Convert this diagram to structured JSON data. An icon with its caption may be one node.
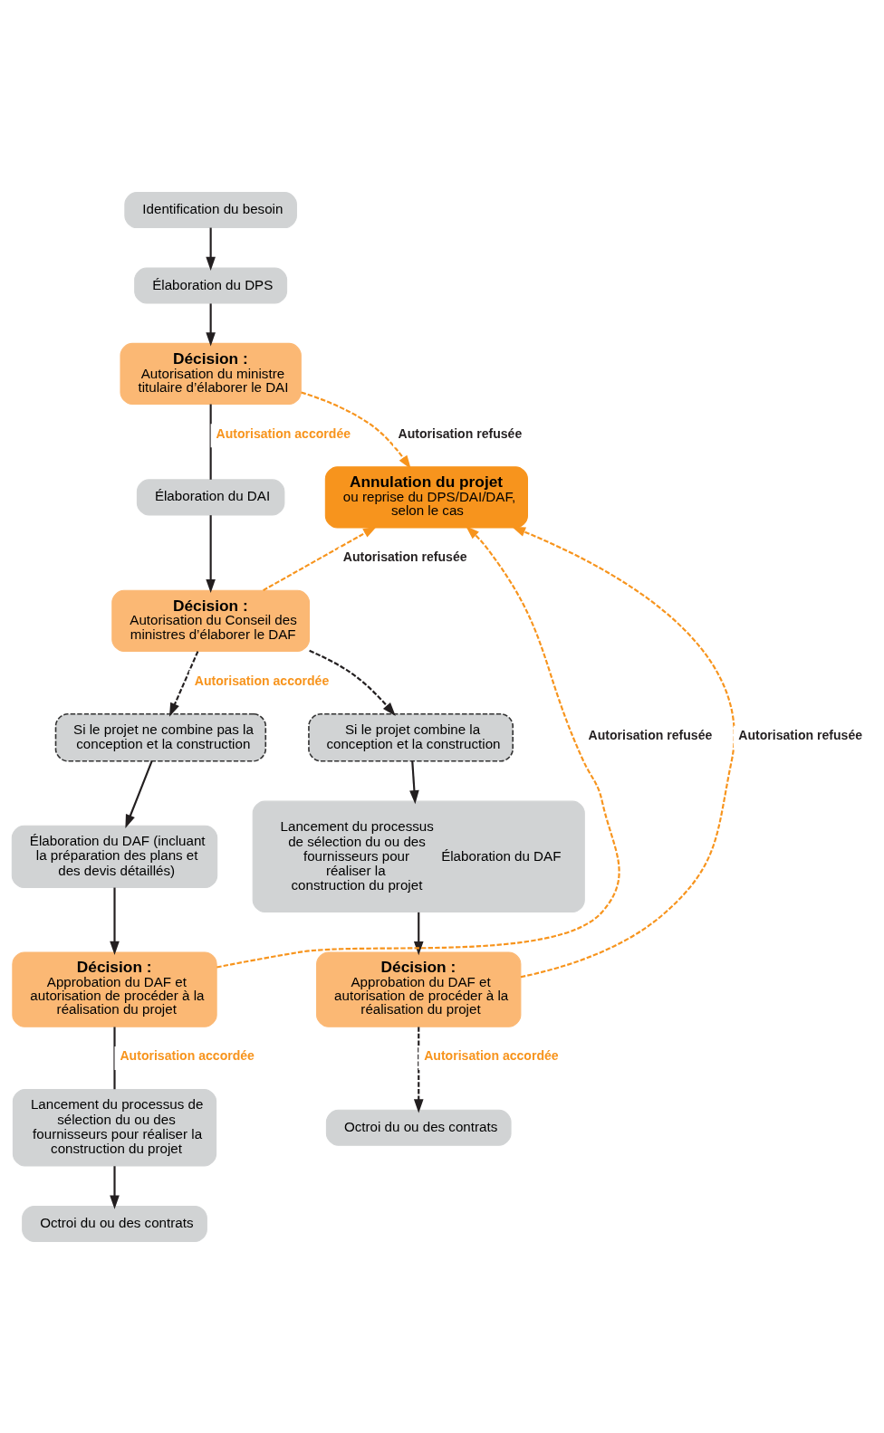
{
  "diagram": {
    "nodes": [
      {
        "text": [
          "Identification du besoin"
        ]
      },
      {
        "text": [
          "Élaboration du DPS"
        ]
      },
      {
        "text": [
          "Décision :",
          "Autorisation du ministre titulaire d’élaborer le DAI"
        ]
      },
      {
        "text": [
          "Élaboration du DAI"
        ]
      },
      {
        "text": [
          "Annulation du projet",
          "ou reprise du DPS/DAI/DAF, selon le cas"
        ]
      },
      {
        "text": [
          "Décision :",
          "Autorisation du Conseil des ministres d’élaborer le DAF"
        ]
      },
      {
        "text": [
          "Si le projet ne combine pas la conception et la construction"
        ]
      },
      {
        "text": [
          "Si le projet combine la conception et la construction"
        ]
      },
      {
        "text": [
          "Élaboration du DAF (incluant la préparation des plans et des devis détaillés)"
        ]
      },
      {
        "text": [
          "Lancement du processus de sélection du ou des fournisseurs pour réaliser la construction du projet",
          "Élaboration du DAF"
        ]
      },
      {
        "text": [
          "Décision :",
          "Approbation du DAF et autorisation de procéder à la réalisation du projet"
        ]
      },
      {
        "text": [
          "Décision :",
          "Approbation du DAF et autorisation de procéder à la réalisation du projet"
        ]
      },
      {
        "text": [
          "Lancement du processus de sélection du ou des fournisseurs pour réaliser la construction du projet"
        ]
      },
      {
        "text": [
          "Octroi du ou des contrats"
        ]
      },
      {
        "text": [
          "Octroi du ou des contrats"
        ]
      }
    ],
    "edges": [
      {
        "from": 0,
        "to": 1,
        "arrow": "to"
      },
      {
        "from": 1,
        "to": 2,
        "arrow": "to"
      },
      {
        "from": 2,
        "to": 3,
        "arrow": "none",
        "label": "Autorisation accordée"
      },
      {
        "from": 2,
        "to": 4,
        "arrow": "to",
        "label": "Autorisation refusée",
        "style": "dashed",
        "color": "#f7941d"
      },
      {
        "from": 3,
        "to": 5,
        "arrow": "to"
      },
      {
        "from": 5,
        "to": 4,
        "arrow": "to",
        "label": "Autorisation refusée",
        "style": "dashed",
        "color": "#f7941d"
      },
      {
        "from": 5,
        "to": 6,
        "arrow": "to",
        "label": "Autorisation accordée",
        "style": "dashed"
      },
      {
        "from": 5,
        "to": 7,
        "arrow": "to",
        "style": "dashed"
      },
      {
        "from": 6,
        "to": 8,
        "arrow": "to"
      },
      {
        "from": 7,
        "to": 9,
        "arrow": "to"
      },
      {
        "from": 8,
        "to": 10,
        "arrow": "to"
      },
      {
        "from": 9,
        "to": 11,
        "arrow": "to"
      },
      {
        "from": 10,
        "to": 4,
        "arrow": "to",
        "label": "Autorisation refusée",
        "style": "dashed",
        "color": "#f7941d"
      },
      {
        "from": 11,
        "to": 4,
        "arrow": "to",
        "label": "Autorisation refusée",
        "style": "dashed",
        "color": "#f7941d"
      },
      {
        "from": 10,
        "to": 12,
        "arrow": "none",
        "label": "Autorisation accordée"
      },
      {
        "from": 12,
        "to": 13,
        "arrow": "to"
      },
      {
        "from": 11,
        "to": 14,
        "arrow": "to",
        "label": "Autorisation accordée",
        "style": "dashed"
      }
    ]
  }
}
